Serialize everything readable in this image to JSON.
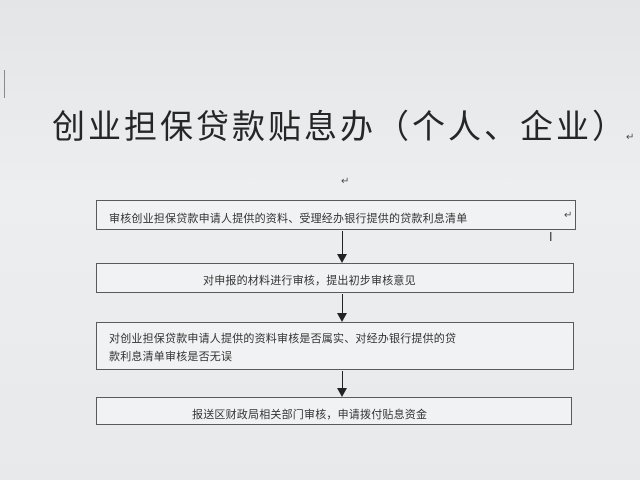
{
  "document": {
    "title": "创业担保贷款贴息办（个人、企业）",
    "paragraph_mark": "↵",
    "steps": [
      {
        "text": "审核创业担保贷款申请人提供的资料、受理经办银行提供的贷款利息清单"
      },
      {
        "text": "对申报的材料进行审核，提出初步审核意见"
      },
      {
        "line1": "对创业担保贷款申请人提供的资料审核是否属实、对经办银行提供的贷",
        "line2": "款利息清单审核是否无误"
      },
      {
        "text": "报送区财政局相关部门审核，申请拨付贴息资金"
      }
    ],
    "cursor_glyph": "I"
  }
}
